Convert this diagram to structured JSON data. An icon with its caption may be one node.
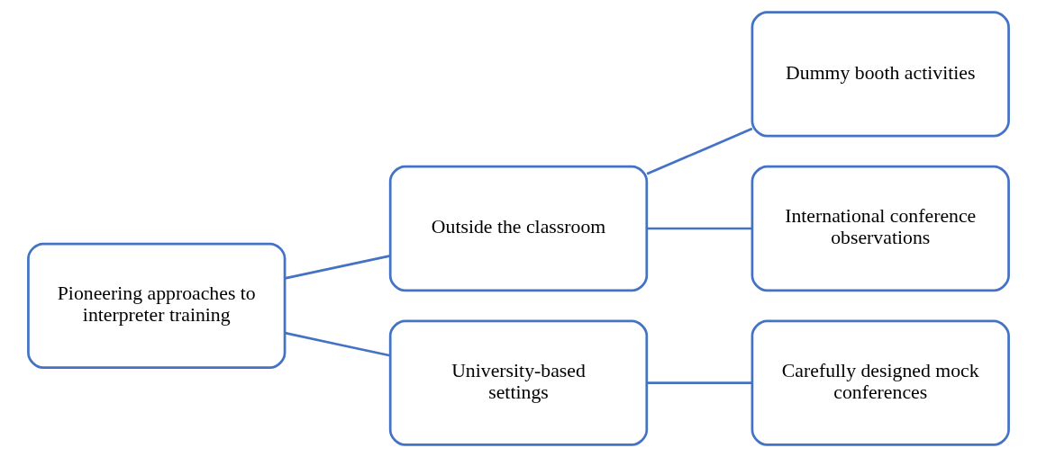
{
  "diagram": {
    "nodes": [
      {
        "text": [
          "Pioneering approaches to interpreter training"
        ]
      },
      {
        "text": [
          "Outside the classroom"
        ]
      },
      {
        "text": [
          "University-based settings"
        ]
      },
      {
        "text": [
          "Dummy booth activities"
        ]
      },
      {
        "text": [
          "International conference observations"
        ]
      },
      {
        "text": [
          "Carefully designed mock conferences"
        ]
      }
    ],
    "edges": [
      {
        "from": 0,
        "to": 1,
        "arrow": "none"
      },
      {
        "from": 0,
        "to": 2,
        "arrow": "none"
      },
      {
        "from": 1,
        "to": 3,
        "arrow": "none"
      },
      {
        "from": 1,
        "to": 4,
        "arrow": "none"
      },
      {
        "from": 2,
        "to": 5,
        "arrow": "none"
      }
    ]
  }
}
